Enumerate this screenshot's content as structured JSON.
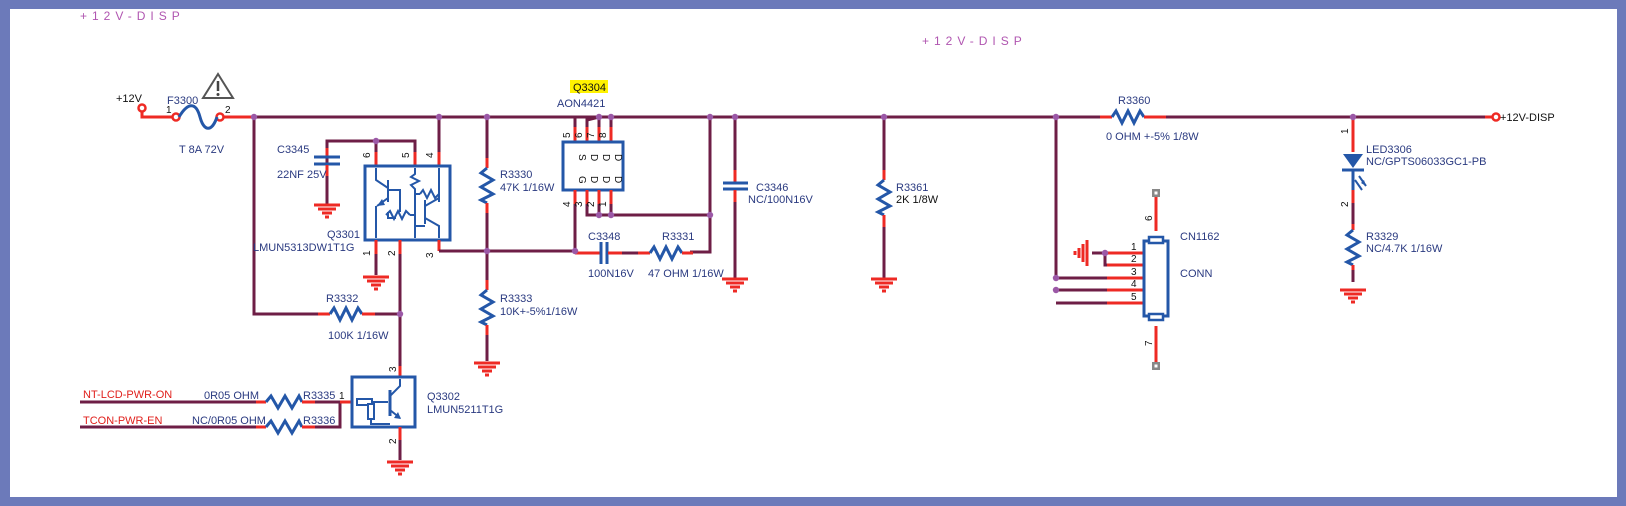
{
  "sheet": {
    "net_titles": [
      "+12V-DISP",
      "+12V-DISP"
    ],
    "border_color": "#6c7aba",
    "wire_color": "#6e1e46",
    "pin_color": "#ee2a24",
    "symbol_color": "#2457a8",
    "junction_color": "#9b58a6"
  },
  "ports": {
    "input": "+12V",
    "output": "+12V-DISP",
    "nt_lcd_pwr_on": "NT-LCD-PWR-ON",
    "tcon_pwr_en": "TCON-PWR-EN"
  },
  "components": {
    "F3300": {
      "ref": "F3300",
      "value": "T 8A 72V",
      "pins": [
        "1",
        "2"
      ],
      "warning_icon": "warning-triangle-icon"
    },
    "C3345": {
      "ref": "C3345",
      "value": "22NF 25V"
    },
    "Q3301": {
      "ref": "Q3301",
      "value": "LMUN5313DW1T1G",
      "pins": [
        "1",
        "2",
        "3",
        "4",
        "5",
        "6"
      ]
    },
    "R3330": {
      "ref": "R3330",
      "value": "47K 1/16W"
    },
    "Q3304": {
      "ref": "Q3304",
      "value": "AON4421",
      "pins_top": [
        "5",
        "6",
        "7",
        "8"
      ],
      "pins_bottom": [
        "4",
        "3",
        "2",
        "1"
      ],
      "labels_top": [
        "S",
        "D",
        "D",
        "D"
      ],
      "labels_bottom": [
        "G",
        "D",
        "D",
        "D"
      ]
    },
    "C3348": {
      "ref": "C3348",
      "value": "100N16V"
    },
    "R3331": {
      "ref": "R3331",
      "value": "47 OHM 1/16W"
    },
    "C3346": {
      "ref": "C3346",
      "value": "NC/100N16V"
    },
    "R3361": {
      "ref": "R3361",
      "value": "2K 1/8W"
    },
    "R3360": {
      "ref": "R3360",
      "value": "0 OHM +-5% 1/8W"
    },
    "CN1162": {
      "ref": "CN1162",
      "value": "CONN",
      "pins": [
        "1",
        "2",
        "3",
        "4",
        "5",
        "6",
        "7"
      ]
    },
    "LED3306": {
      "ref": "LED3306",
      "value": "NC/GPTS06033GC1-PB",
      "pins": [
        "1",
        "2"
      ]
    },
    "R3329": {
      "ref": "R3329",
      "value": "NC/4.7K 1/16W"
    },
    "R3332": {
      "ref": "R3332",
      "value": "100K 1/16W"
    },
    "R3333": {
      "ref": "R3333",
      "value": "10K+-5%1/16W"
    },
    "R3335": {
      "ref": "R3335",
      "value": "0R05 OHM"
    },
    "R3336": {
      "ref": "R3336",
      "value": "NC/0R05 OHM"
    },
    "Q3302": {
      "ref": "Q3302",
      "value": "LMUN5211T1G",
      "pins": [
        "1",
        "2",
        "3"
      ]
    }
  }
}
